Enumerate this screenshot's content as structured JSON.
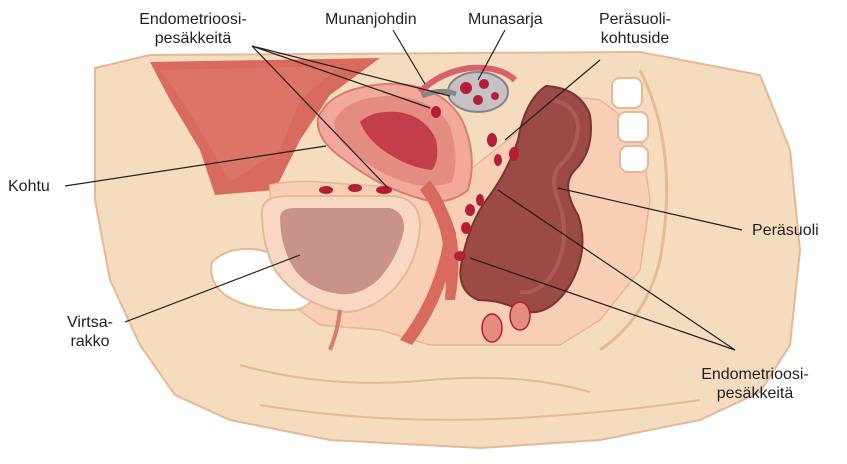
{
  "labels": {
    "endo_top_line1": "Endometrioosi-",
    "endo_top_line2": "pesäkkeitä",
    "munanjohdin": "Munanjohdin",
    "munasarja": "Munasarja",
    "perasuoli_kohtuside_line1": "Peräsuoli-",
    "perasuoli_kohtuside_line2": "kohtuside",
    "kohtu": "Kohtu",
    "perasuoli": "Peräsuoli",
    "virtsarakko_line1": "Virtsa-",
    "virtsarakko_line2": "rakko",
    "endo_bottom_line1": "Endometrioosi-",
    "endo_bottom_line2": "pesäkkeitä"
  },
  "colors": {
    "background": "#ffffff",
    "skin": "#f6dcbf",
    "skin_edge": "#e5b997",
    "tissue_pink": "#f3b7a5",
    "muscle": "#d96a5e",
    "uterus_wall": "#e58c82",
    "uterus_cavity": "#c43d4a",
    "bladder_interior": "#c9938a",
    "rectum": "#9b4a45",
    "lesion": "#b51f35",
    "leader_line": "#231f20"
  },
  "icons": [
    "endometriosis-lesion",
    "ovary",
    "fallopian-tube"
  ]
}
